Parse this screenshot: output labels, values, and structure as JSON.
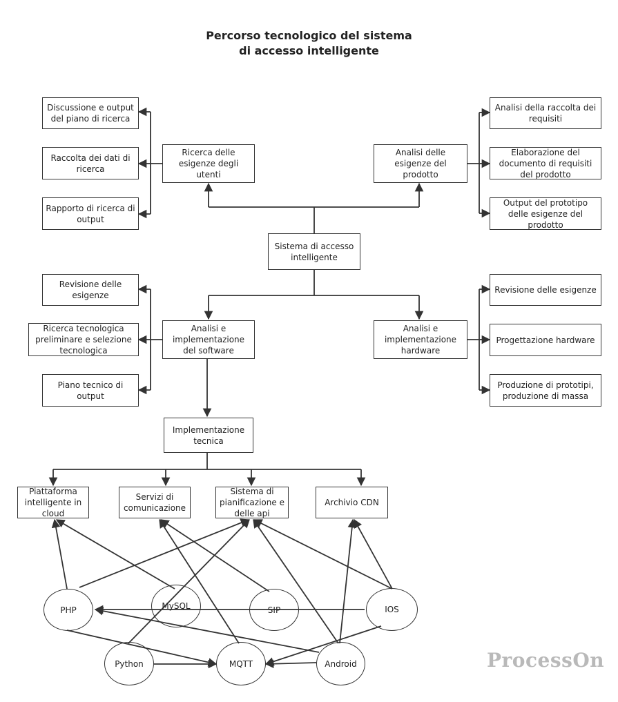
{
  "title": {
    "line1": "Percorso tecnologico del sistema",
    "line2": "di accesso intelligente"
  },
  "root": "Sistema di accesso intelligente",
  "top_left": {
    "hub": "Ricerca delle esigenze degli utenti",
    "items": [
      "Discussione e output del piano di ricerca",
      "Raccolta dei dati di ricerca",
      "Rapporto di ricerca di output"
    ]
  },
  "top_right": {
    "hub": "Analisi delle esigenze del prodotto",
    "items": [
      "Analisi della raccolta dei requisiti",
      "Elaborazione del documento di requisiti del prodotto",
      "Output del prototipo delle esigenze del prodotto"
    ]
  },
  "bottom_left": {
    "hub": "Analisi e implementazione del software",
    "items": [
      "Revisione delle esigenze",
      "Ricerca tecnologica preliminare e selezione tecnologica",
      "Piano tecnico di output"
    ]
  },
  "bottom_right": {
    "hub": "Analisi e implementazione hardware",
    "items": [
      "Revisione delle esigenze",
      "Progettazione hardware",
      "Produzione di prototipi, produzione di massa"
    ]
  },
  "tech": {
    "implementation": "Implementazione tecnica",
    "targets": [
      "Piattaforma intelligente in cloud",
      "Servizi di comunicazione",
      "Sistema di pianificazione e delle api",
      "Archivio CDN"
    ]
  },
  "technologies": [
    "PHP",
    "MySQL",
    "SIP",
    "IOS",
    "Python",
    "MQTT",
    "Android"
  ],
  "watermark": "ProcessOn"
}
